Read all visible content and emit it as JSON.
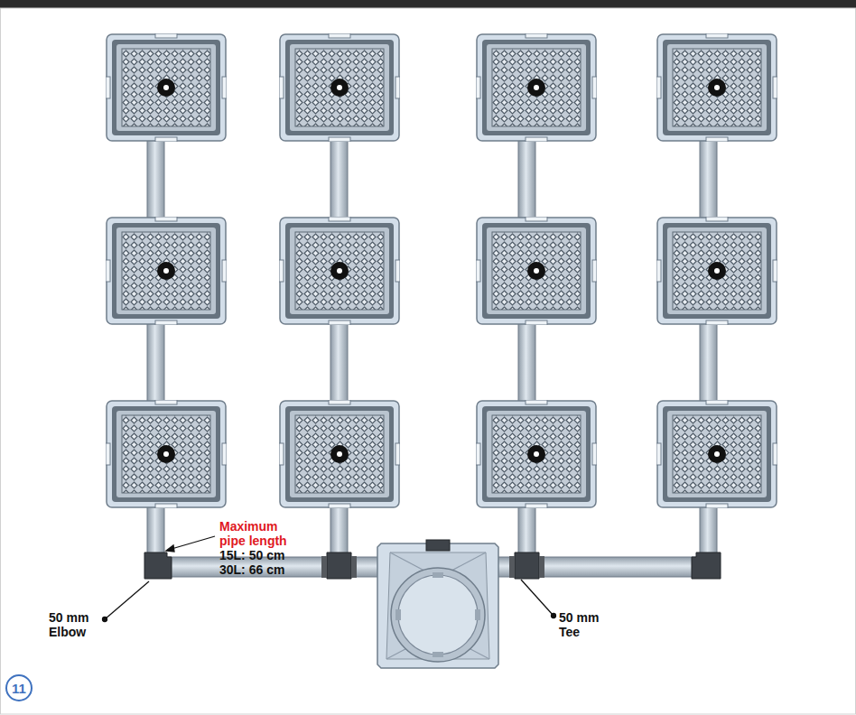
{
  "diagram": {
    "nodes": [
      {
        "text": [
          "11"
        ]
      }
    ],
    "labels": [
      "Maximum pipe length",
      "15L: 50 cm",
      "30L: 66 cm",
      "50 mm Elbow",
      "50 mm Tee"
    ]
  }
}
